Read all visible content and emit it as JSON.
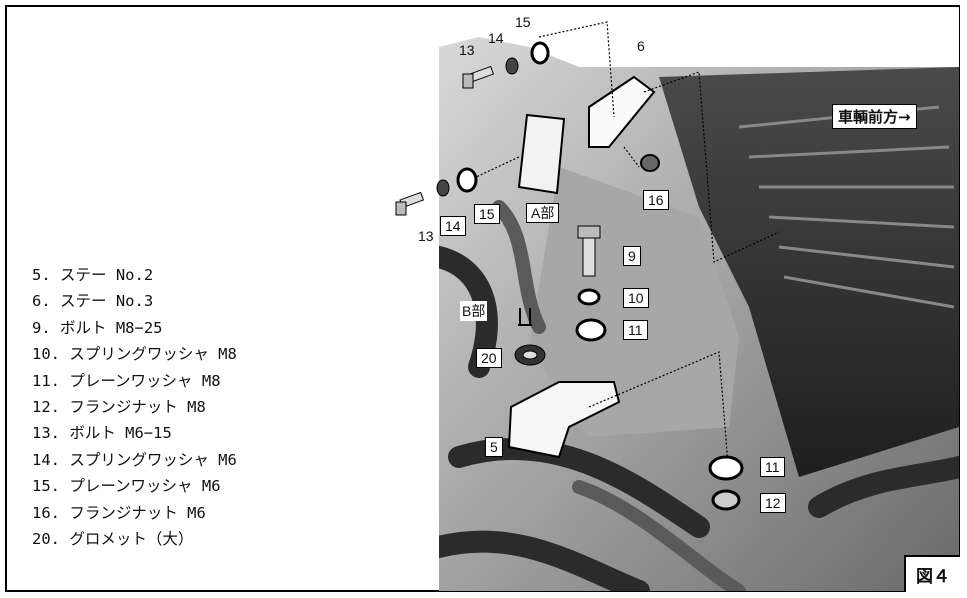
{
  "parts": [
    "5. ステー No.2",
    "6. ステー No.3",
    "9. ボルト M8−25",
    "10. スプリングワッシャ M8",
    "11. プレーンワッシャ M8",
    "12. フランジナット M8",
    "13. ボルト M6−15",
    "14. スプリングワッシャ M6",
    "15. プレーンワッシャ M6",
    "16. フランジナット M6",
    "20. グロメット（大）"
  ],
  "labels": {
    "l13a": "13",
    "l14a": "14",
    "l15a": "15",
    "l6": "6",
    "l13b": "13",
    "l14b": "14",
    "l15b": "15",
    "l16": "16",
    "partA": "A部",
    "partB": "B部",
    "l9": "9",
    "l10": "10",
    "l11a": "11",
    "l20": "20",
    "l5": "5",
    "l11b": "11",
    "l12": "12"
  },
  "vehicle_front": "車輌前方→",
  "figure_label": "図４"
}
